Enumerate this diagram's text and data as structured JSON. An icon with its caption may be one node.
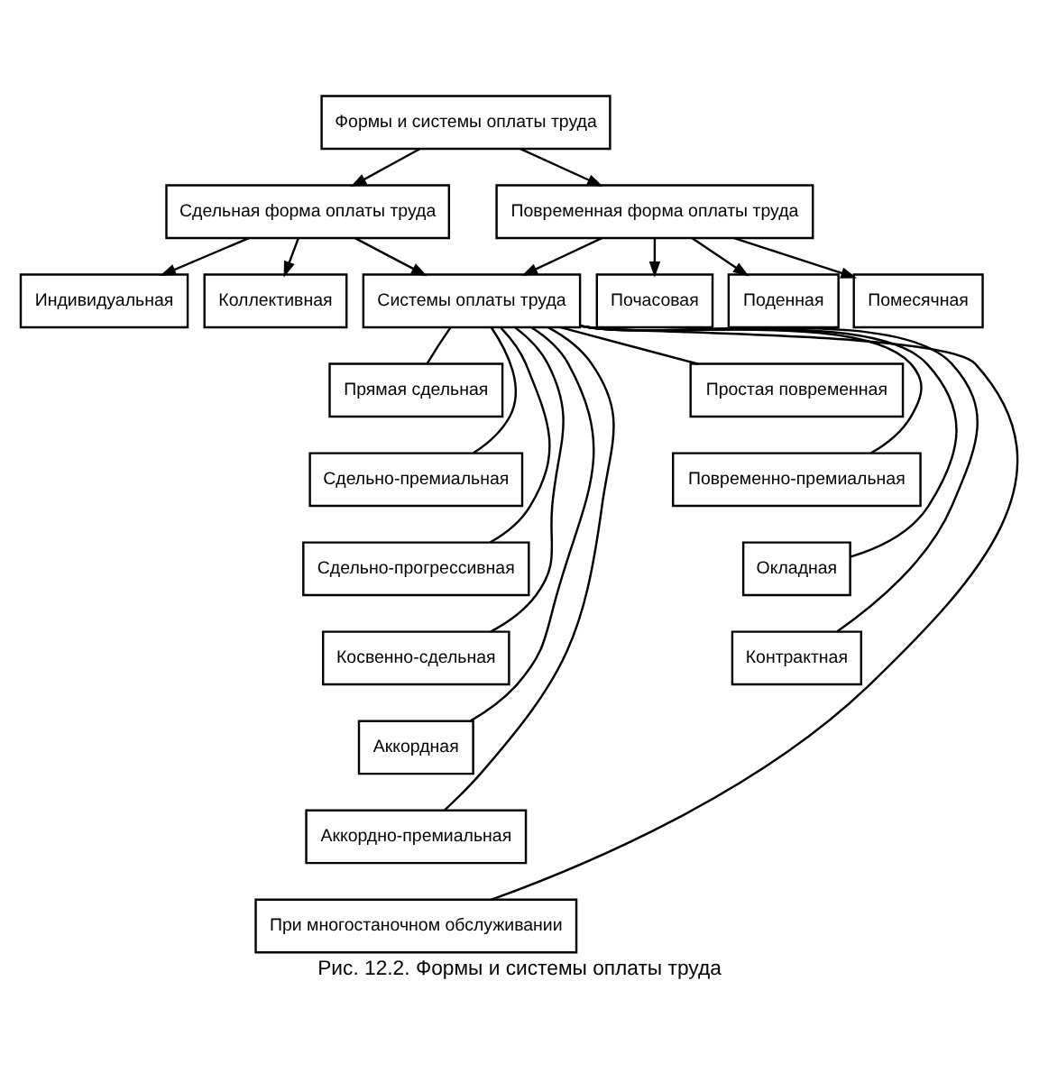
{
  "diagram": {
    "caption": "Рис. 12.2. Формы и системы оплаты труда",
    "nodes": [
      {
        "text": [
          "Формы и системы оплаты труда"
        ]
      },
      {
        "text": [
          "Сдельная форма оплаты труда"
        ]
      },
      {
        "text": [
          "Повременная форма оплаты труда"
        ]
      },
      {
        "text": [
          "Индивидуальная"
        ]
      },
      {
        "text": [
          "Коллективная"
        ]
      },
      {
        "text": [
          "Системы оплаты труда"
        ]
      },
      {
        "text": [
          "Почасовая"
        ]
      },
      {
        "text": [
          "Поденная"
        ]
      },
      {
        "text": [
          "Помесячная"
        ]
      },
      {
        "text": [
          "Прямая сдельная"
        ]
      },
      {
        "text": [
          "Сдельно-премиальная"
        ]
      },
      {
        "text": [
          "Сдельно-прогрессивная"
        ]
      },
      {
        "text": [
          "Косвенно-сдельная"
        ]
      },
      {
        "text": [
          "Аккордная"
        ]
      },
      {
        "text": [
          "Аккордно-премиальная"
        ]
      },
      {
        "text": [
          "Простая повременная"
        ]
      },
      {
        "text": [
          "Повременно-премиальная"
        ]
      },
      {
        "text": [
          "Окладная"
        ]
      },
      {
        "text": [
          "Контрактная"
        ]
      },
      {
        "text": [
          "При многостаночном обслуживании"
        ]
      }
    ],
    "edges": [
      {
        "from": 0,
        "to": 1,
        "arrow": "to"
      },
      {
        "from": 0,
        "to": 2,
        "arrow": "to"
      },
      {
        "from": 1,
        "to": 3,
        "arrow": "to"
      },
      {
        "from": 1,
        "to": 4,
        "arrow": "to"
      },
      {
        "from": 1,
        "to": 5,
        "arrow": "to"
      },
      {
        "from": 2,
        "to": 5,
        "arrow": "to"
      },
      {
        "from": 2,
        "to": 6,
        "arrow": "to"
      },
      {
        "from": 2,
        "to": 7,
        "arrow": "to"
      },
      {
        "from": 2,
        "to": 8,
        "arrow": "to"
      },
      {
        "from": 5,
        "to": 9,
        "arrow": "none"
      },
      {
        "from": 5,
        "to": 10,
        "arrow": "none"
      },
      {
        "from": 5,
        "to": 11,
        "arrow": "none"
      },
      {
        "from": 5,
        "to": 12,
        "arrow": "none"
      },
      {
        "from": 5,
        "to": 13,
        "arrow": "none"
      },
      {
        "from": 5,
        "to": 14,
        "arrow": "none"
      },
      {
        "from": 5,
        "to": 15,
        "arrow": "none"
      },
      {
        "from": 5,
        "to": 16,
        "arrow": "none"
      },
      {
        "from": 5,
        "to": 17,
        "arrow": "none"
      },
      {
        "from": 5,
        "to": 18,
        "arrow": "none"
      },
      {
        "from": 5,
        "to": 19,
        "arrow": "none"
      }
    ]
  }
}
